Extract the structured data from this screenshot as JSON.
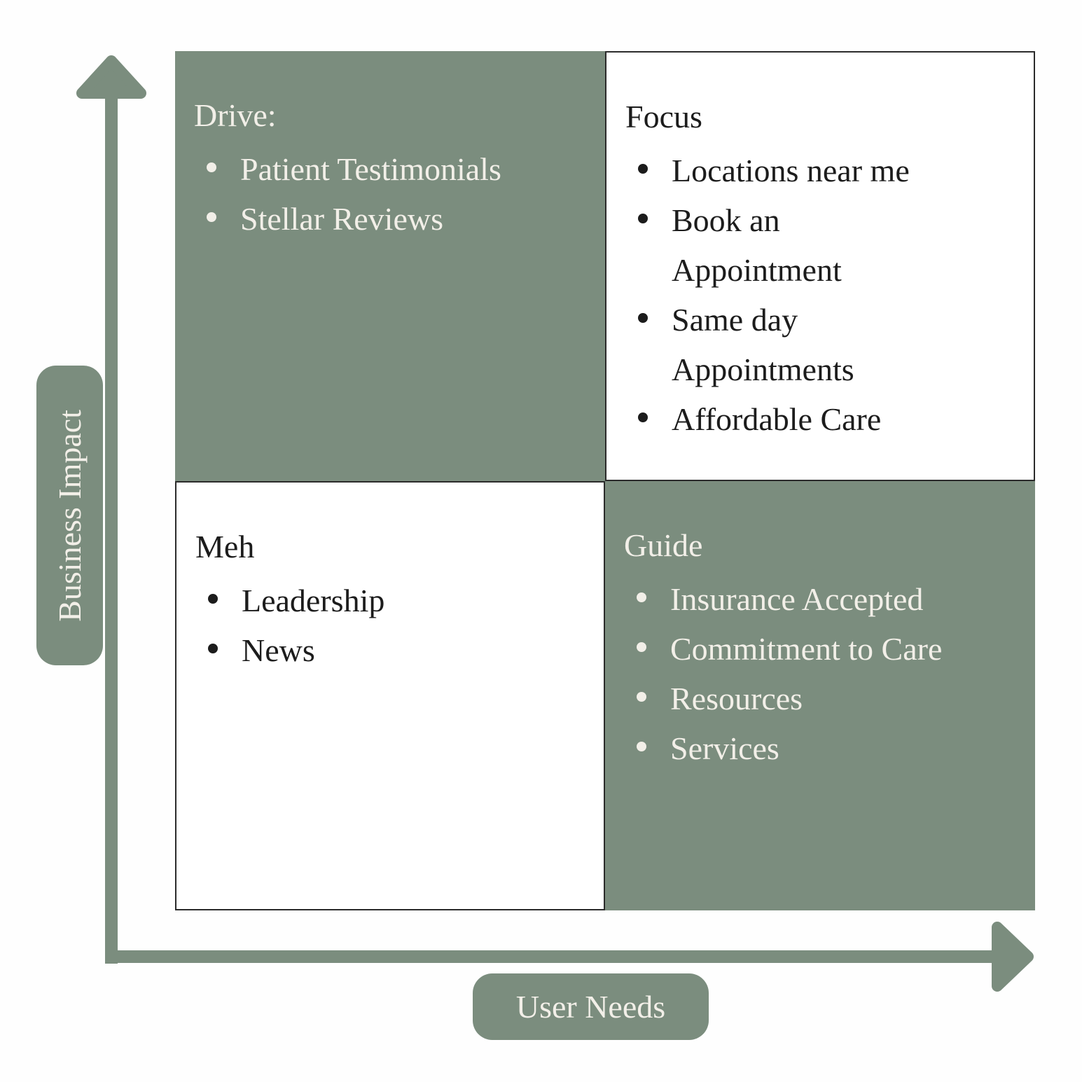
{
  "colors": {
    "sage": "#7b8d7e",
    "cream": "#f2efe8",
    "ink": "#1c1c1c",
    "border": "#2b2b2b",
    "paper": "#fefefe"
  },
  "axes": {
    "y_label": "Business Impact",
    "x_label": "User Needs"
  },
  "quadrants": [
    {
      "id": "drive",
      "title": "Drive:",
      "theme": "green",
      "position": "top-left",
      "items": [
        "Patient Testimonials",
        "Stellar Reviews"
      ]
    },
    {
      "id": "focus",
      "title": "Focus",
      "theme": "white",
      "position": "top-right",
      "items": [
        "Locations near me",
        "Book an\nAppointment",
        "Same day\nAppointments",
        "Affordable Care"
      ]
    },
    {
      "id": "meh",
      "title": "Meh",
      "theme": "white",
      "position": "bottom-left",
      "items": [
        "Leadership",
        "News"
      ]
    },
    {
      "id": "guide",
      "title": "Guide",
      "theme": "green",
      "position": "bottom-right",
      "items": [
        "Insurance Accepted",
        "Commitment to Care",
        "Resources",
        "Services"
      ]
    }
  ]
}
